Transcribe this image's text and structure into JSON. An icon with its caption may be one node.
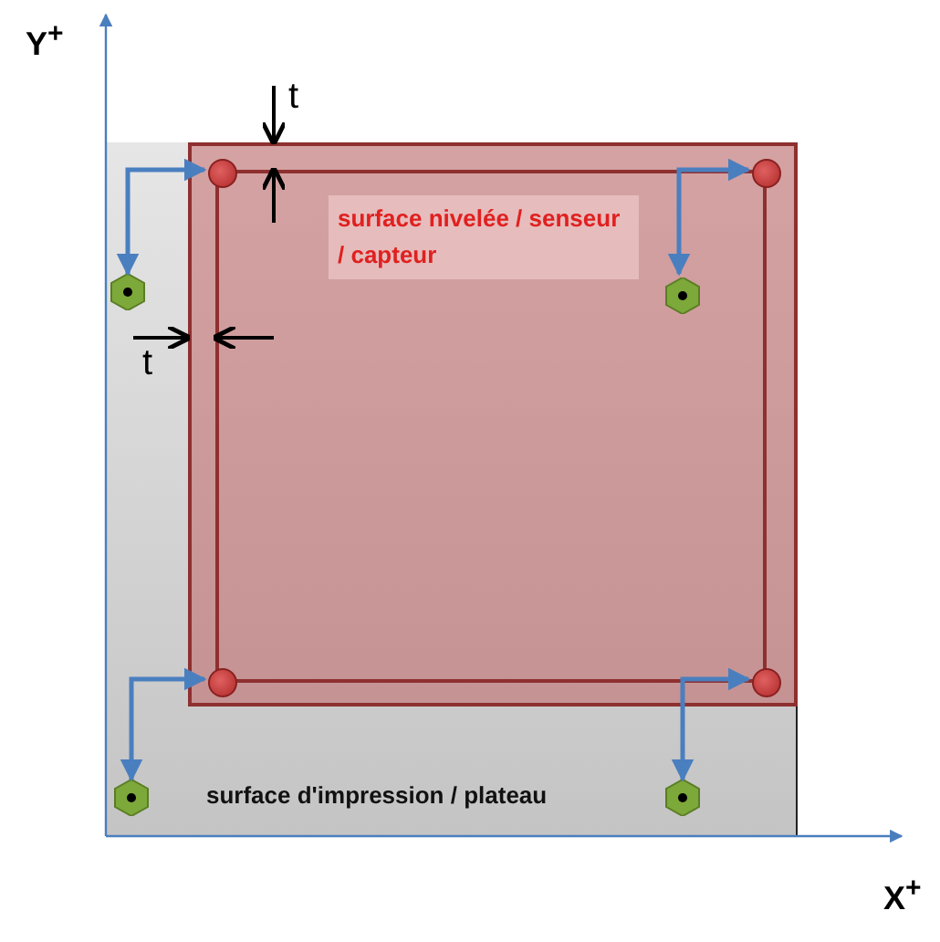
{
  "diagram": {
    "nodes": [
      {
        "text": [
          "surface d'impression / plateau"
        ]
      },
      {
        "text": [
          "surface nivelée / senseur / capteur"
        ],
        "in": 0
      },
      {
        "text": [],
        "shape": "circle",
        "in": 1
      },
      {
        "text": [],
        "shape": "circle",
        "in": 1
      },
      {
        "text": [],
        "shape": "hexagon",
        "in": 0
      },
      {
        "text": [],
        "shape": "hexagon",
        "in": 1
      },
      {
        "text": [],
        "shape": "circle",
        "in": 1
      },
      {
        "text": [],
        "shape": "circle",
        "in": 1
      },
      {
        "text": [],
        "shape": "hexagon",
        "in": 0
      },
      {
        "text": [],
        "shape": "hexagon",
        "in": 0
      }
    ],
    "edges": [
      {
        "from": 4,
        "to": 2,
        "arrow": "both"
      },
      {
        "from": 5,
        "to": 3,
        "arrow": "both"
      },
      {
        "from": 8,
        "to": 6,
        "arrow": "both"
      },
      {
        "from": 9,
        "to": 7,
        "arrow": "both"
      }
    ],
    "labels": [
      "Y$^{+}$",
      "t",
      "t",
      "X$^{+}$"
    ]
  }
}
